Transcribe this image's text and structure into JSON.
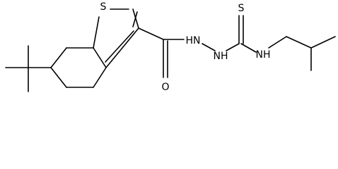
{
  "structure": {
    "atom_labels": {
      "ring_sulfur": "S",
      "carbonyl_oxygen": "O",
      "hydrazide_nh_1": "HN",
      "hydrazide_nh_2": "NH",
      "thiocarbonyl_sulfur": "S",
      "amide_nh": "NH"
    }
  }
}
